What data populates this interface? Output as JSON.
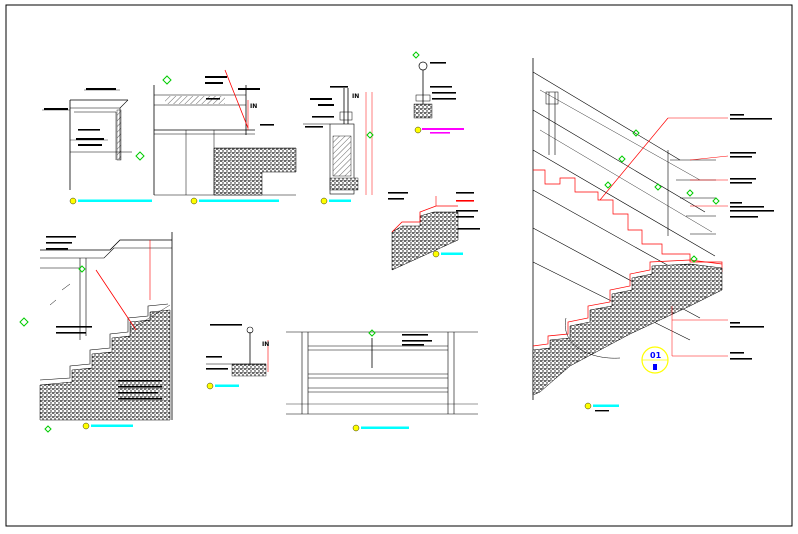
{
  "sheet": {
    "accent_colors": {
      "cut_line": "#ff0000",
      "title_bar": "#00ffff",
      "marker": "#00cc00",
      "tag": "#ff00ff",
      "circle_tag": "#ffff00"
    }
  },
  "labels": {
    "in_upper": "IN",
    "in_middle": "IN",
    "in_small": "IN",
    "detail_number": "01"
  }
}
